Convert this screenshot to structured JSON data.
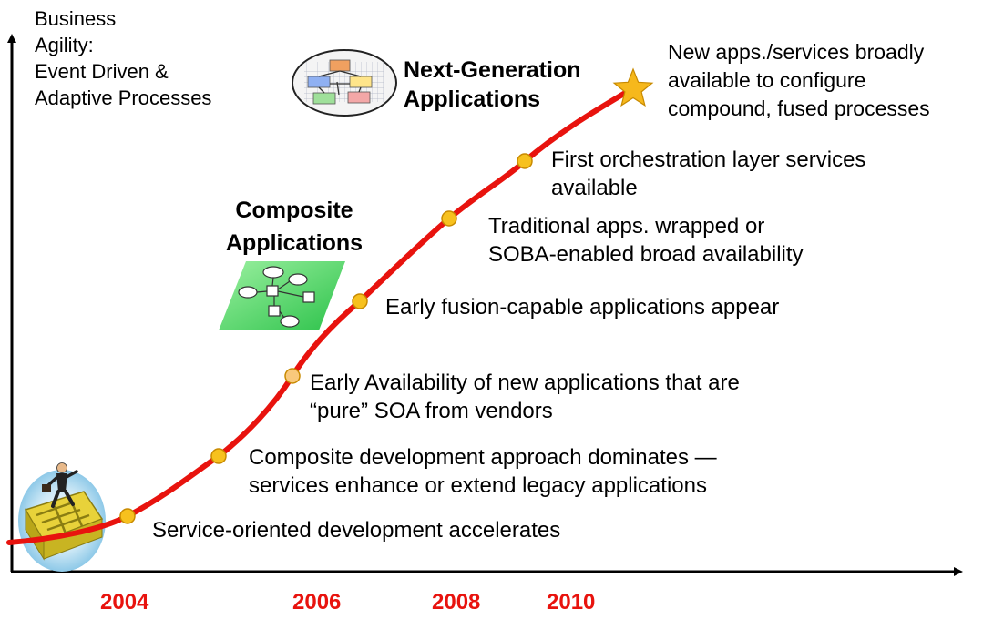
{
  "y_axis_label": [
    "Business",
    "Agility:",
    "Event Driven &",
    "Adaptive Processes"
  ],
  "years": [
    "2004",
    "2006",
    "2008",
    "2010"
  ],
  "stages": {
    "next_gen": [
      "Next-Generation",
      "Applications"
    ],
    "composite": [
      "Composite",
      "Applications"
    ]
  },
  "milestones": [
    {
      "lines": [
        "Service-oriented development accelerates"
      ]
    },
    {
      "lines": [
        "Composite development approach dominates —",
        "services enhance or extend legacy applications"
      ]
    },
    {
      "lines": [
        "Early Availability of new applications that are",
        "“pure” SOA from vendors"
      ]
    },
    {
      "lines": [
        "Early fusion-capable applications appear"
      ]
    },
    {
      "lines": [
        "Traditional apps. wrapped or",
        "SOBA-enabled broad availability"
      ]
    },
    {
      "lines": [
        "First orchestration layer services",
        "available"
      ]
    }
  ],
  "endpoint": {
    "lines": [
      "New apps./services broadly",
      "available to configure",
      "compound, fused processes"
    ]
  },
  "colors": {
    "curve": "#e8130e",
    "marker_fill": "#f7c11e",
    "marker_light": "#f9c97c",
    "marker_stroke": "#c88a00",
    "star": "#f6b81c",
    "year_text": "#e8130e",
    "axis": "#000000"
  }
}
